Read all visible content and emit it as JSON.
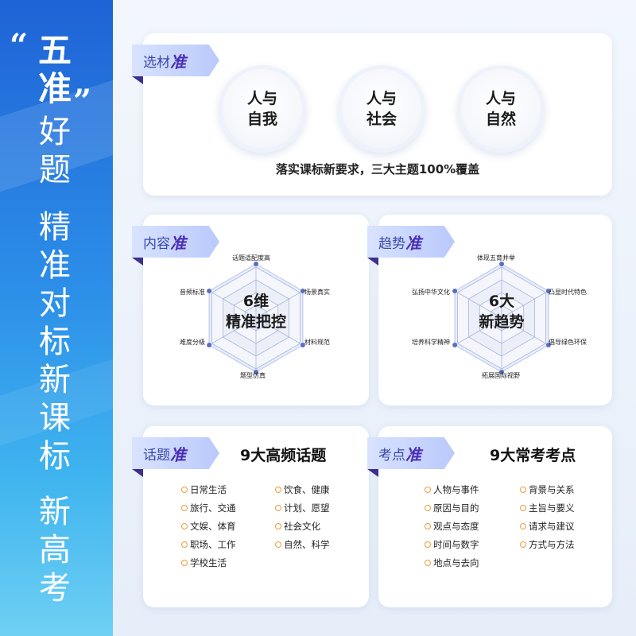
{
  "banner": {
    "quote_open": "“",
    "quote_close": "”",
    "heading": "五准",
    "line1": "好题",
    "line2": "精准对标新课标",
    "line3": "新高考"
  },
  "sections": {
    "selection": {
      "tab_a": "选材",
      "tab_b": "准",
      "topics": [
        "人与自我",
        "人与社会",
        "人与自然"
      ],
      "caption": "落实课标新要求，三大主题100%覆盖"
    },
    "content": {
      "tab_a": "内容",
      "tab_b": "准",
      "center_a": "6维",
      "center_b": "精准把控",
      "labels": [
        "话题适配度高",
        "场景真实",
        "材料规范",
        "题型仿真",
        "难度分级",
        "音频标准"
      ]
    },
    "trend": {
      "tab_a": "趋势",
      "tab_b": "准",
      "center_a": "6大",
      "center_b": "新趋势",
      "labels": [
        "体现五育并举",
        "凸显时代特色",
        "倡导绿色环保",
        "拓展国际视野",
        "培养科学精神",
        "弘扬中华文化"
      ]
    },
    "topics": {
      "tab_a": "话题",
      "tab_b": "准",
      "title": "9大高频话题",
      "left": [
        "日常生活",
        "旅行、交通",
        "文娱、体育",
        "职场、工作",
        "学校生活"
      ],
      "right": [
        "饮食、健康",
        "计划、愿望",
        "社会文化",
        "自然、科学"
      ]
    },
    "points": {
      "tab_a": "考点",
      "tab_b": "准",
      "title": "9大常考考点",
      "left": [
        "人物与事件",
        "原因与目的",
        "观点与态度",
        "时间与数字",
        "地点与去向"
      ],
      "right": [
        "背景与关系",
        "主旨与要义",
        "请求与建议",
        "方式与方法"
      ]
    }
  },
  "colors": {
    "banner_top": "#1f63d6",
    "banner_bottom": "#6fd0f3",
    "tab_text": "#4a2db5",
    "bullet": "#f29a3a"
  }
}
